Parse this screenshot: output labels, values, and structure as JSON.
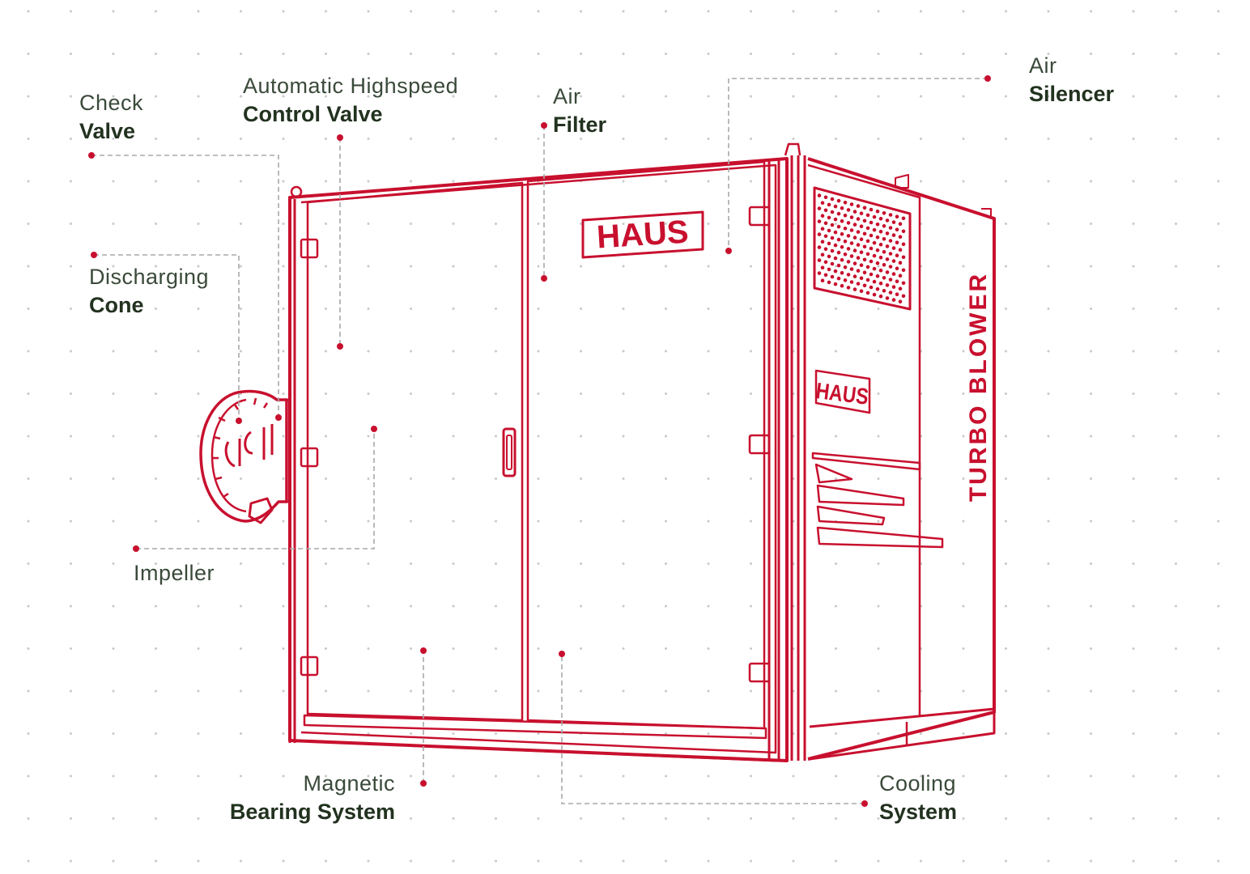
{
  "colors": {
    "machine_red": "#c8102e",
    "label_dark": "#22321f",
    "label_light": "#3a4a3a",
    "leader_grey": "#a8a8a8",
    "dot_grid": "#c9c9c9"
  },
  "machine": {
    "logo_front": "HAUS",
    "logo_side": "HAUS",
    "side_text": "TURBO BLOWER"
  },
  "labels": {
    "check_valve": {
      "line1": "Check",
      "line2": "Valve"
    },
    "control_valve": {
      "line1": "Automatic Highspeed",
      "line2": "Control Valve"
    },
    "air_filter": {
      "line1": "Air",
      "line2": "Filter"
    },
    "air_silencer": {
      "line1": "Air",
      "line2": "Silencer"
    },
    "discharging_cone": {
      "line1": "Discharging",
      "line2": "Cone"
    },
    "impeller": {
      "line1": "Impeller"
    },
    "magnetic_bearing": {
      "line1": "Magnetic",
      "line2": "Bearing System"
    },
    "cooling_system": {
      "line1": "Cooling",
      "line2": "System"
    }
  }
}
